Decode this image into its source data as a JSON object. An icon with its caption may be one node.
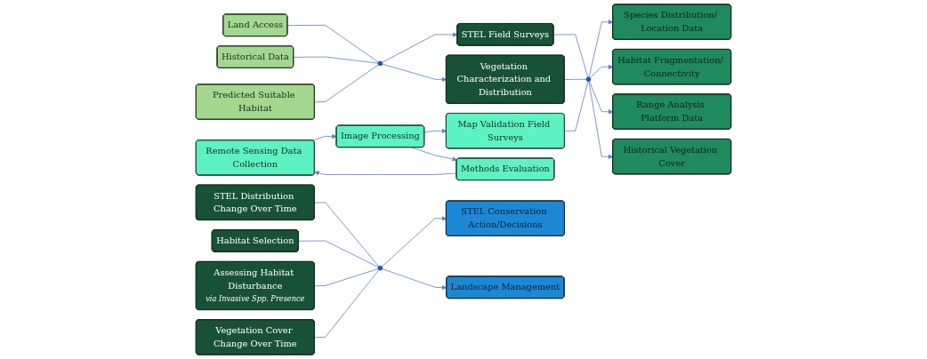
{
  "diagram": {
    "nodes": [
      {
        "text": [
          "Land Access"
        ]
      },
      {
        "text": [
          "Historical Data"
        ]
      },
      {
        "text": [
          "Predicted Suitable Habitat"
        ]
      },
      {
        "text": [],
        "shape": "circle"
      },
      {
        "text": [
          "STEL Field Surveys"
        ]
      },
      {
        "text": [
          "Vegetation Characterization and Distribution"
        ]
      },
      {
        "text": [
          "Map Validation Field Surveys"
        ]
      },
      {
        "text": [
          "Remote Sensing Data Collection"
        ]
      },
      {
        "text": [
          "Image Processing"
        ]
      },
      {
        "text": [
          "Methods Evaluation"
        ]
      },
      {
        "text": [],
        "shape": "circle"
      },
      {
        "text": [
          "Species Distribution/ Location Data"
        ]
      },
      {
        "text": [
          "Habitat Fragmentation/ Connectivity"
        ]
      },
      {
        "text": [
          "Range Analysis Platform Data"
        ]
      },
      {
        "text": [
          "Historical Vegetation Cover"
        ]
      },
      {
        "text": [
          "STEL Distribution Change Over Time"
        ]
      },
      {
        "text": [
          "Habitat Selection"
        ]
      },
      {
        "text": [
          "Assessing Habitat Disturbance",
          "via Invasive Spp. Presence"
        ]
      },
      {
        "text": [
          "Vegetation Cover Change Over Time"
        ]
      },
      {
        "text": [],
        "shape": "circle"
      },
      {
        "text": [
          "STEL Conservation Action/Decisions"
        ]
      },
      {
        "text": [
          "Landscape Management"
        ]
      }
    ],
    "edges": [
      {
        "from": 0,
        "to": 3,
        "arrow": "none"
      },
      {
        "from": 1,
        "to": 3,
        "arrow": "none"
      },
      {
        "from": 2,
        "to": 3,
        "arrow": "none"
      },
      {
        "from": 3,
        "to": 4,
        "arrow": "to"
      },
      {
        "from": 3,
        "to": 5,
        "arrow": "to"
      },
      {
        "from": 7,
        "to": 8,
        "arrow": "to"
      },
      {
        "from": 8,
        "to": 6,
        "arrow": "to"
      },
      {
        "from": 8,
        "to": 9,
        "arrow": "to"
      },
      {
        "from": 9,
        "to": 7,
        "arrow": "to"
      },
      {
        "from": 4,
        "to": 10,
        "arrow": "none"
      },
      {
        "from": 5,
        "to": 10,
        "arrow": "none"
      },
      {
        "from": 6,
        "to": 10,
        "arrow": "none"
      },
      {
        "from": 10,
        "to": 11,
        "arrow": "to"
      },
      {
        "from": 10,
        "to": 12,
        "arrow": "to"
      },
      {
        "from": 10,
        "to": 13,
        "arrow": "to"
      },
      {
        "from": 10,
        "to": 14,
        "arrow": "to"
      },
      {
        "from": 15,
        "to": 19,
        "arrow": "none"
      },
      {
        "from": 16,
        "to": 19,
        "arrow": "none"
      },
      {
        "from": 17,
        "to": 19,
        "arrow": "none"
      },
      {
        "from": 18,
        "to": 19,
        "arrow": "none"
      },
      {
        "from": 19,
        "to": 20,
        "arrow": "to"
      },
      {
        "from": 19,
        "to": 21,
        "arrow": "to"
      }
    ]
  }
}
